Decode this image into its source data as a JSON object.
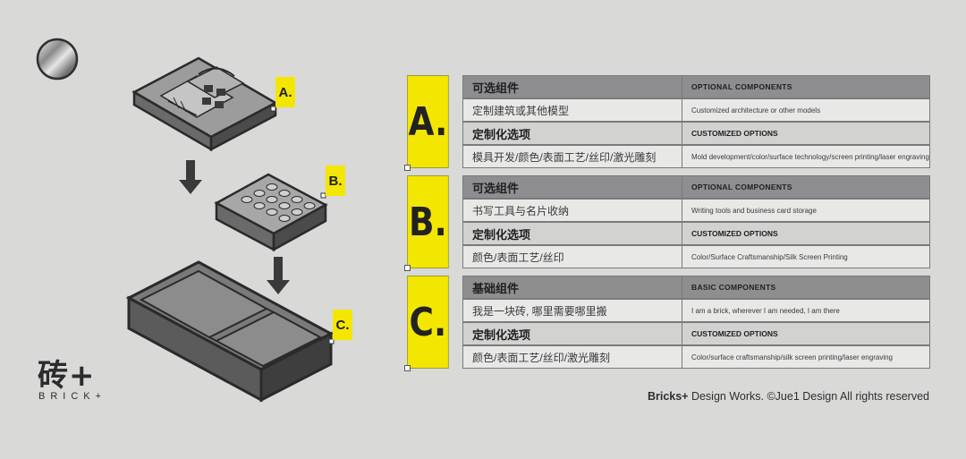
{
  "brand": {
    "name_cn": "砖+",
    "name_en": "BRICK+"
  },
  "tags": [
    "A.",
    "B.",
    "C."
  ],
  "blocks": [
    {
      "letter": "A.",
      "rows": [
        {
          "cn": "可选组件",
          "en": "OPTIONAL COMPONENTS",
          "kind": "header"
        },
        {
          "cn": "定制建筑或其他模型",
          "en": "Customized architecture or other models",
          "kind": "plain"
        },
        {
          "cn": "定制化选项",
          "en": "CUSTOMIZED OPTIONS",
          "kind": "sub"
        },
        {
          "cn": "模具开发/颜色/表面工艺/丝印/激光雕刻",
          "en": "Mold development/color/surface technology/screen printing/laser engraving",
          "kind": "plain"
        }
      ]
    },
    {
      "letter": "B.",
      "rows": [
        {
          "cn": "可选组件",
          "en": "OPTIONAL COMPONENTS",
          "kind": "header"
        },
        {
          "cn": "书写工具与名片收纳",
          "en": "Writing tools and business card storage",
          "kind": "plain"
        },
        {
          "cn": "定制化选项",
          "en": "CUSTOMIZED OPTIONS",
          "kind": "sub"
        },
        {
          "cn": "颜色/表面工艺/丝印",
          "en": "Color/Surface Craftsmanship/Silk Screen Printing",
          "kind": "plain"
        }
      ]
    },
    {
      "letter": "C.",
      "rows": [
        {
          "cn": "基础组件",
          "en": "BASIC COMPONENTS",
          "kind": "header"
        },
        {
          "cn": "我是一块砖, 哪里需要哪里搬",
          "en": "I am a brick, wherever I am needed, I am there",
          "kind": "plain"
        },
        {
          "cn": "定制化选项",
          "en": "CUSTOMIZED OPTIONS",
          "kind": "sub"
        },
        {
          "cn": "颜色/表面工艺/丝印/激光雕刻",
          "en": "Color/surface craftsmanship/silk screen printing/laser engraving",
          "kind": "plain"
        }
      ]
    }
  ],
  "footer": {
    "brand": "Bricks+",
    "text": " Design Works. ©Jue1 Design All rights reserved"
  },
  "colors": {
    "accent": "#f3e600",
    "dark": "#2e2e30",
    "background": "#d9d9d8"
  }
}
